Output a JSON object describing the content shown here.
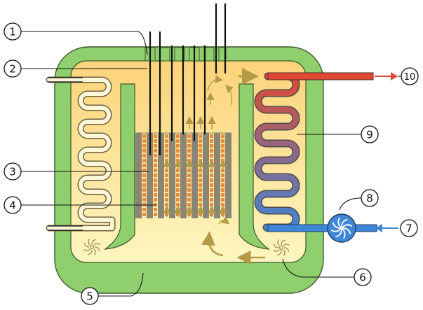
{
  "colors": {
    "shield": "#8fcf6e",
    "shield_stroke": "#3d5a2a",
    "pool_top": "#fdd37a",
    "pool_bottom": "#fdf6c0",
    "baffle": "#8fcf6e",
    "rod": "#111111",
    "core_gray": "#8a8676",
    "fuel": "#e98c3c",
    "flow_arrow": "#b49a46",
    "hot": "#e04a33",
    "cold": "#3f86d6",
    "pump": "#3f86d6"
  },
  "icons": {
    "pump": "pump-impeller-icon",
    "mixer": "mixer-impeller-icon",
    "hot_arrow": "hot-outlet-arrow-icon",
    "cold_arrow": "cold-inlet-arrow-icon"
  },
  "callouts": [
    {
      "id": "c1",
      "label": "1"
    },
    {
      "id": "c2",
      "label": "2"
    },
    {
      "id": "c3",
      "label": "3"
    },
    {
      "id": "c4",
      "label": "4"
    },
    {
      "id": "c5",
      "label": "5"
    },
    {
      "id": "c6",
      "label": "6"
    },
    {
      "id": "c7",
      "label": "7"
    },
    {
      "id": "c8",
      "label": "8"
    },
    {
      "id": "c9",
      "label": "9"
    },
    {
      "id": "c10",
      "label": "10"
    }
  ]
}
